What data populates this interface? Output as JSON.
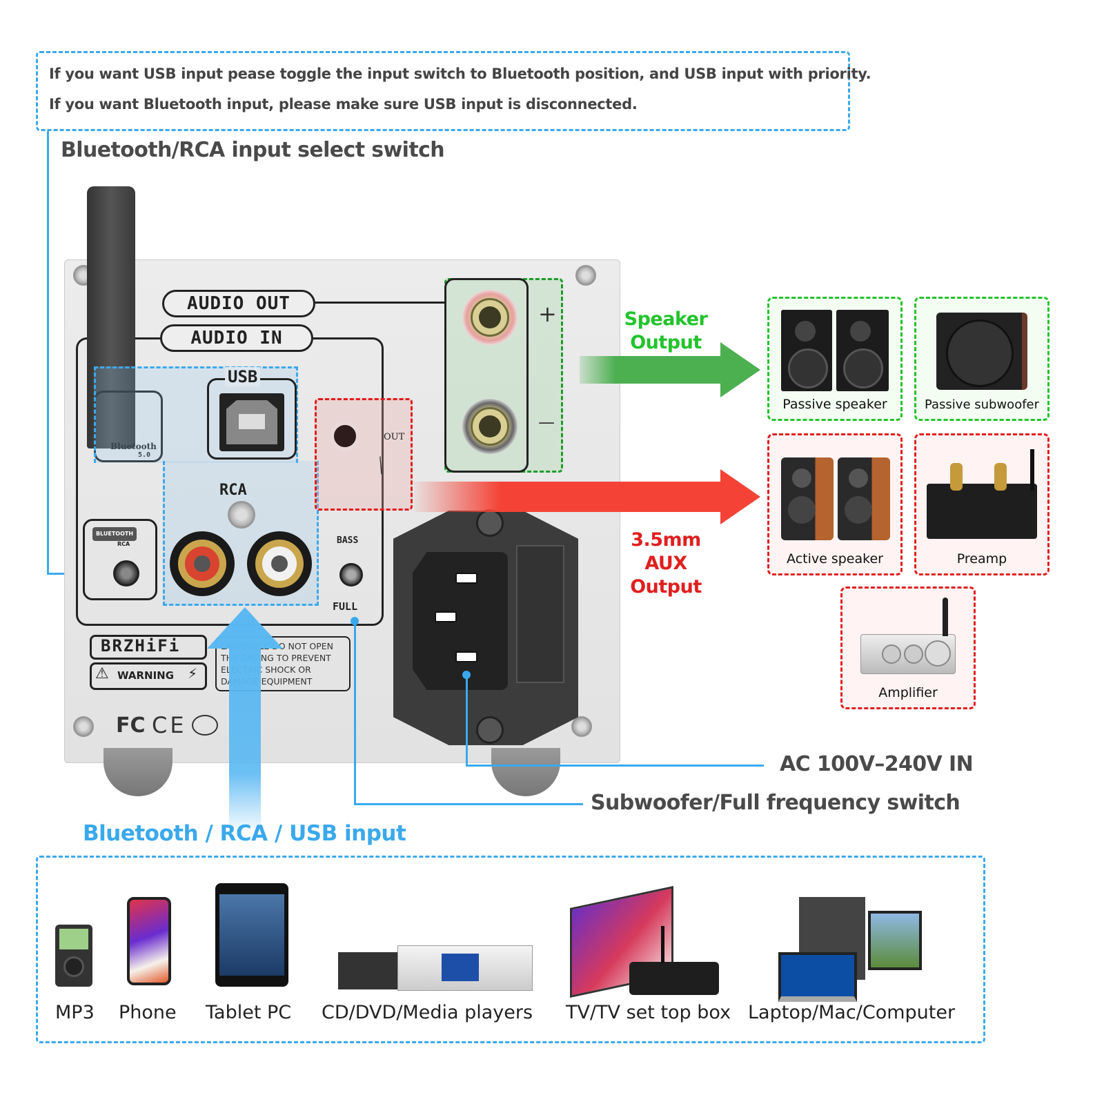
{
  "note": {
    "lines": [
      "If you want USB input pease toggle the input switch to Bluetooth position, and USB input with priority.",
      "If you want Bluetooth input, please make sure USB input is disconnected."
    ]
  },
  "callouts": {
    "input_select": "Bluetooth/RCA input select switch",
    "ac_in": "AC 100V–240V IN",
    "sub_full": "Subwoofer/Full frequency switch",
    "inputs": "Bluetooth / RCA / USB input"
  },
  "panel": {
    "audio_out": "AUDIO OUT",
    "audio_in": "AUDIO IN",
    "usb": "USB",
    "rca": "RCA",
    "bluetooth": "Bluetooth",
    "bluetooth_ver": "5.0",
    "switch_top": "BLUETOOTH",
    "switch_bottom": "RCA",
    "out": "OUT",
    "bass": "BASS",
    "full": "FULL",
    "plus": "+",
    "minus": "—",
    "brand": "BRZHiFi",
    "warning": "WARNING",
    "caution": [
      "LAYPEOPLE  DO  NOT OPEN",
      "THE  CASING  TO PREVENT",
      "ELECTRIC SHOCK OR",
      "DAMAGE EQUIPMENT"
    ],
    "certs": [
      "FC",
      "CE"
    ]
  },
  "outputs": {
    "speaker": {
      "title_l1": "Speaker",
      "title_l2": "Output",
      "color": "#22c32b",
      "devices": [
        "Passive speaker",
        "Passive subwoofer"
      ]
    },
    "aux": {
      "title_l1": "3.5mm AUX",
      "title_l2": "Output",
      "color": "#e01f1f",
      "devices": [
        "Active speaker",
        "Preamp",
        "Amplifier"
      ]
    }
  },
  "sources": [
    "MP3",
    "Phone",
    "Tablet PC",
    "CD/DVD/Media players",
    "TV/TV set top box",
    "Laptop/Mac/Computer"
  ],
  "colors": {
    "accent_blue": "#3aa9ec",
    "green": "#22c32b",
    "red": "#e01f1f",
    "text": "#444444"
  }
}
